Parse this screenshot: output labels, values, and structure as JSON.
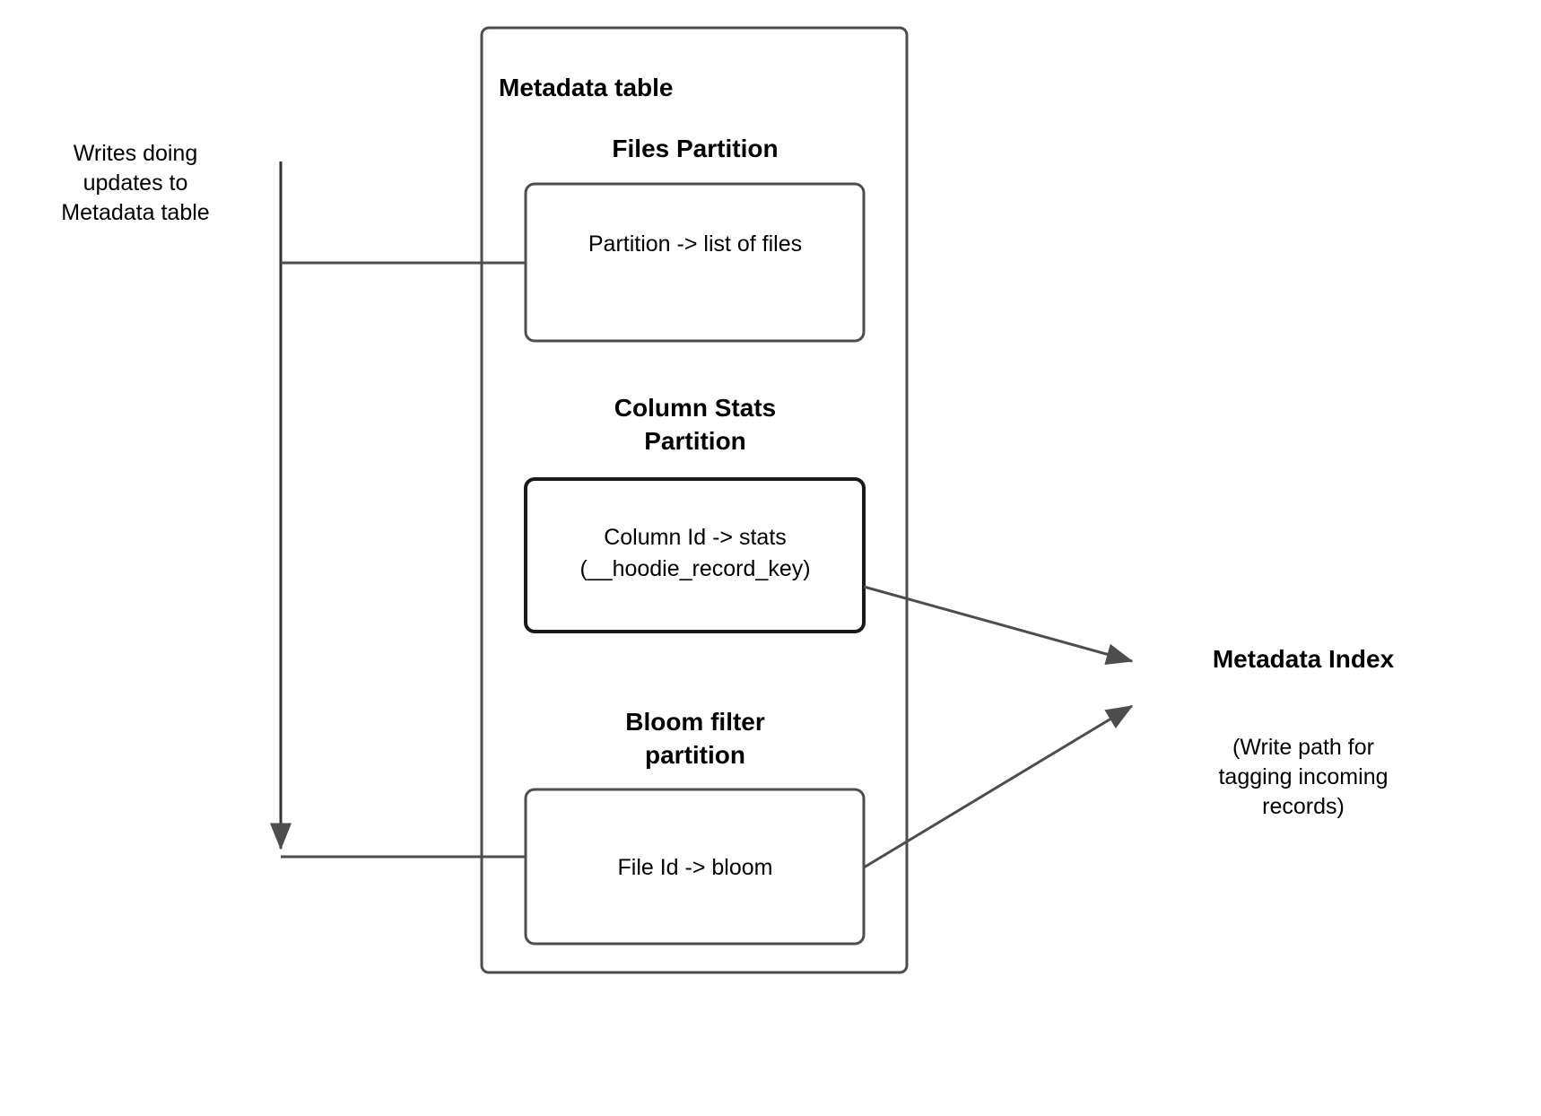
{
  "diagram": {
    "title": "Metadata table",
    "background_color": "#ffffff",
    "line_color": "#4d4d4d",
    "text_color": "#000000"
  },
  "labels": {
    "writes_source": "Writes doing\nupdates to\nMetadata table"
  },
  "metadata_table": {
    "title": "Metadata table",
    "partitions": [
      {
        "title": "Files Partition",
        "box_text": "Partition -> list of files"
      },
      {
        "title": "Column Stats\nPartition",
        "box_text": "Column Id  -> stats\n(__hoodie_record_key)"
      },
      {
        "title": "Bloom filter\npartition",
        "box_text": "File Id -> bloom"
      }
    ]
  },
  "metadata_index": {
    "title": "Metadata Index",
    "note": "(Write path for\ntagging incoming\nrecords)"
  }
}
